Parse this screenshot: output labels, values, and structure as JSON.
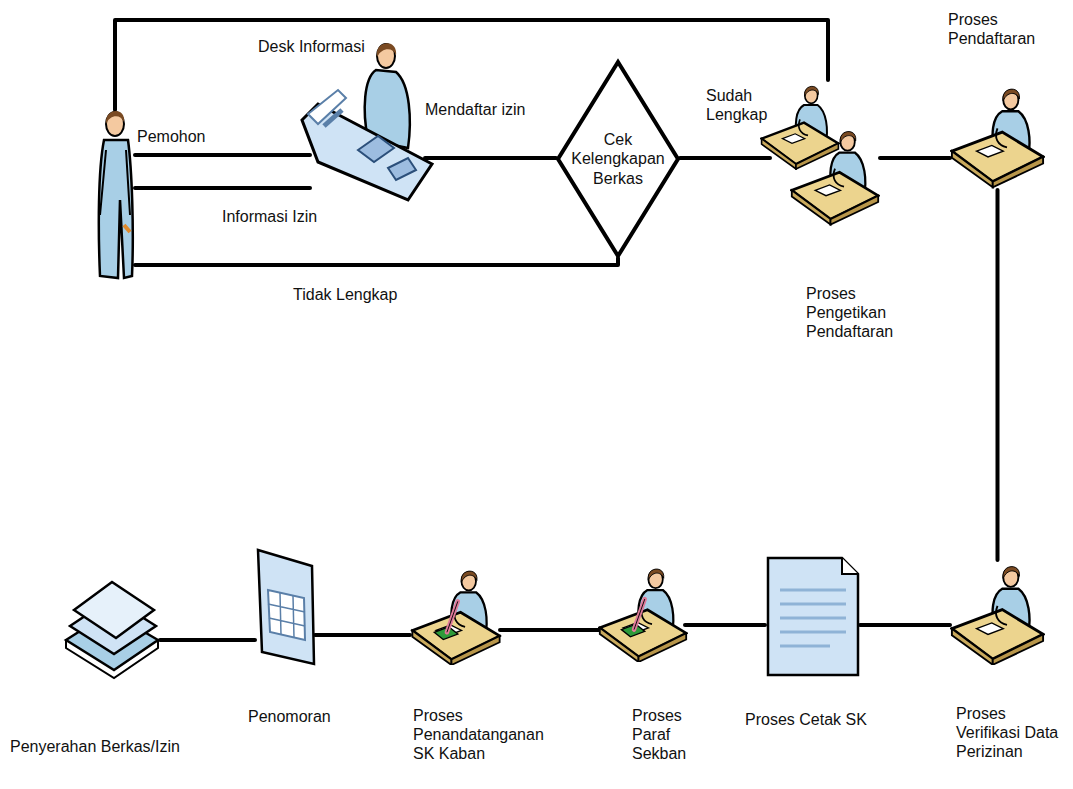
{
  "diagram": {
    "nodes": [
      {
        "text": [
          "Pemohon"
        ]
      },
      {
        "text": [
          "Desk Informasi"
        ]
      },
      {
        "text": [
          "Cek Kelengkapan Berkas"
        ]
      },
      {
        "text": [
          "Proses Pengetikan Pendaftaran"
        ]
      },
      {
        "text": [
          "Proses Pendaftaran"
        ]
      },
      {
        "text": [
          "Proses Verifikasi Data Perizinan"
        ]
      },
      {
        "text": [
          "Proses Cetak SK"
        ]
      },
      {
        "text": [
          "Proses Paraf Sekban"
        ]
      },
      {
        "text": [
          "Proses Penandatanganan SK Kaban"
        ]
      },
      {
        "text": [
          "Penomoran"
        ]
      },
      {
        "text": [
          "Penyerahan Berkas/Izin"
        ]
      }
    ],
    "edges": [
      {
        "from": 0,
        "to": 1,
        "arrow": "none"
      },
      {
        "from": 1,
        "to": 0,
        "label": "Informasi Izin",
        "arrow": "none"
      },
      {
        "from": 1,
        "to": 2,
        "label": "Mendaftar izin",
        "arrow": "none"
      },
      {
        "from": 2,
        "to": 3,
        "label": "Sudah Lengkap",
        "arrow": "none"
      },
      {
        "from": 2,
        "to": 0,
        "label": "Tidak Lengkap",
        "arrow": "none"
      },
      {
        "from": 0,
        "to": 3,
        "arrow": "none"
      },
      {
        "from": 3,
        "to": 4,
        "arrow": "none"
      },
      {
        "from": 4,
        "to": 5,
        "arrow": "none"
      },
      {
        "from": 5,
        "to": 6,
        "arrow": "none"
      },
      {
        "from": 6,
        "to": 7,
        "arrow": "none"
      },
      {
        "from": 7,
        "to": 8,
        "arrow": "none"
      },
      {
        "from": 8,
        "to": 9,
        "arrow": "none"
      },
      {
        "from": 9,
        "to": 10,
        "arrow": "none"
      }
    ]
  }
}
